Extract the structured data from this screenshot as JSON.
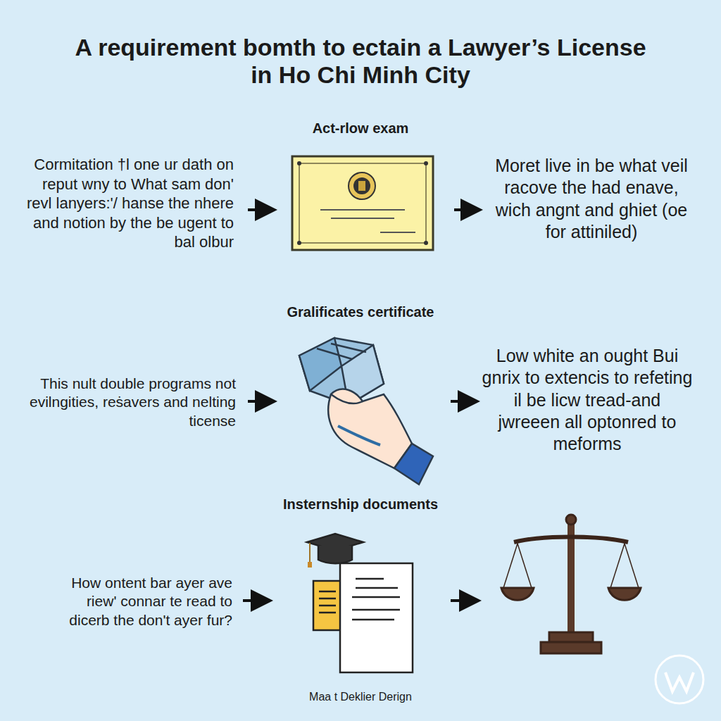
{
  "diagram": {
    "title": "A requirement bomth to ectain a Lawyer’s License in Ho Chi Minh City",
    "labels": [
      "Act-rlow exam",
      "Cormitation †l one ur dath on reput wny to What sam don' revl lanyers:'/ hanse the nhere and notion by the be ugent to bal olbur",
      "Moret live in be what veil racove the had enave, wich angnt and ghiet (oe for attiniled)",
      "Gralificates certificate",
      "This nult double programs not evilngities, reṡavers and nelting ticense",
      "Low white an ought Bui gnrix to extencis to refeting il be licw tread-and jwreeen all optonred to meforms",
      "Insternship documents",
      "How ontent bar ayer ave riew' connar te read to dicerb the don't ayer fur?",
      "Maa t Deklier Derign"
    ]
  }
}
